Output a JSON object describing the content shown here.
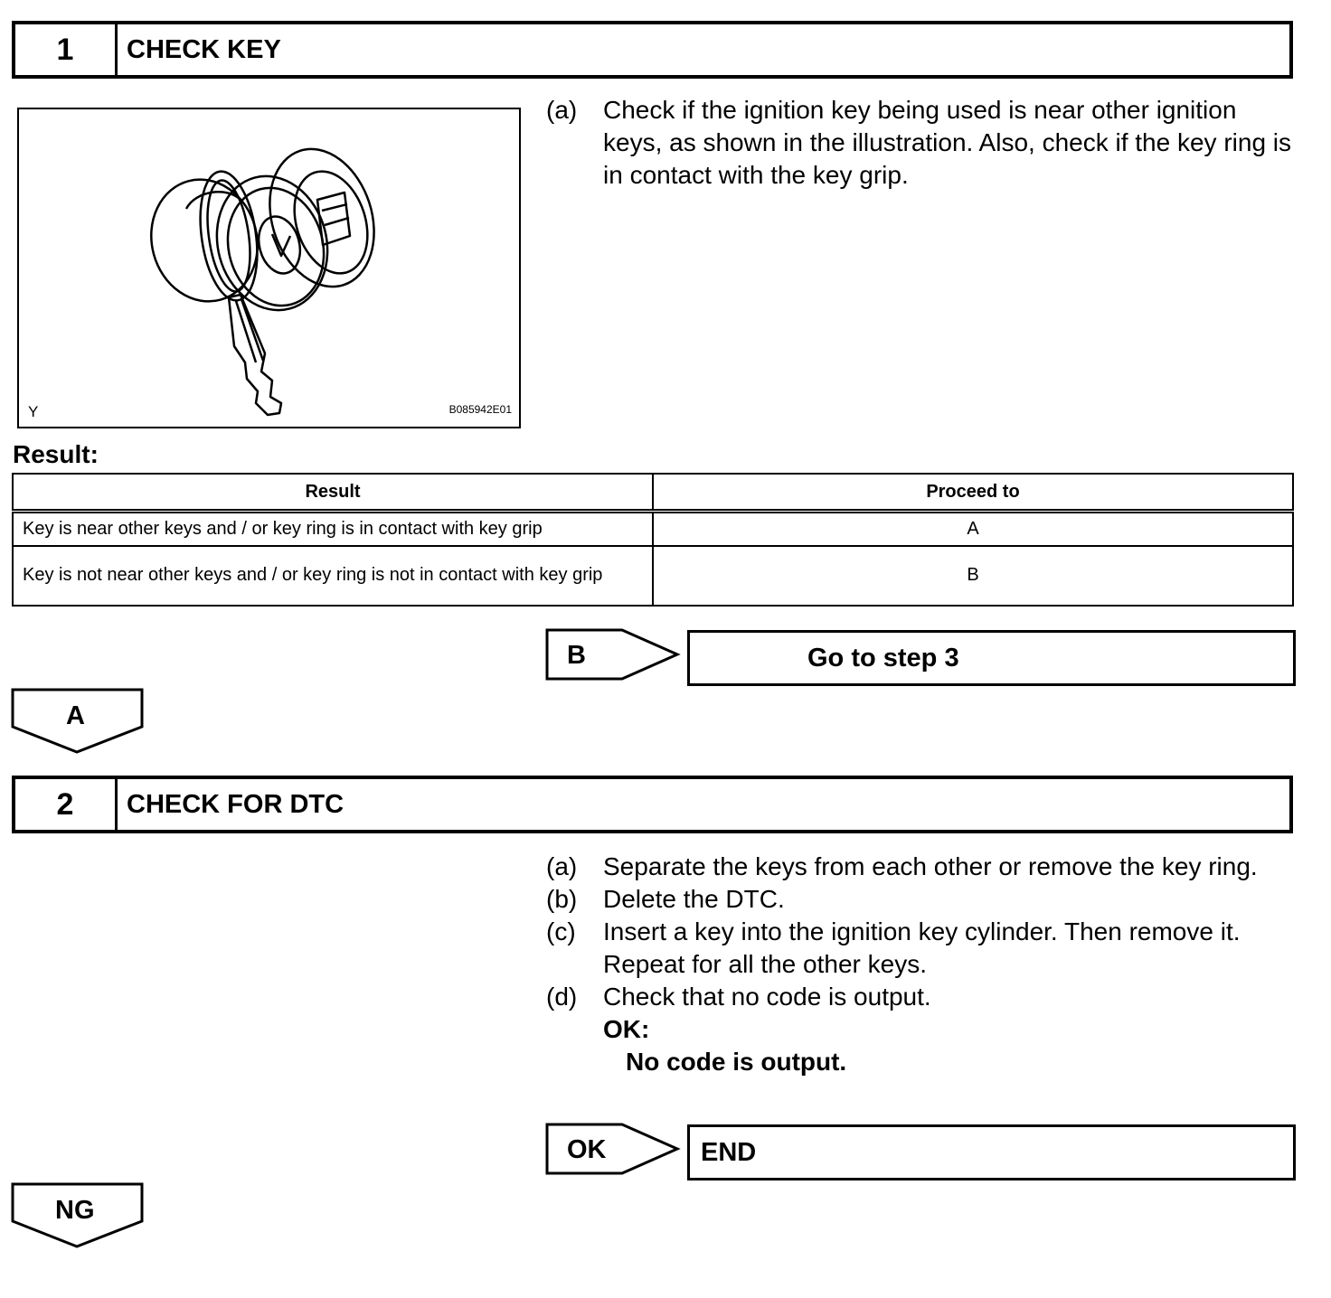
{
  "step1": {
    "number": "1",
    "title": "CHECK KEY",
    "instructions": [
      {
        "mark": "(a)",
        "text": "Check if the ignition key being used is near other ignition keys, as shown in the illustration. Also, check if the key ring is in contact with the key grip."
      }
    ],
    "illustration": {
      "corner_letter": "Y",
      "code": "B085942E01"
    }
  },
  "result": {
    "heading": "Result:",
    "columns": [
      "Result",
      "Proceed to"
    ],
    "rows": [
      {
        "result": "Key is near other keys and / or key ring is in contact with key grip",
        "proceed": "A"
      },
      {
        "result": "Key is not near other keys and / or key ring is not in contact with key grip",
        "proceed": "B"
      }
    ]
  },
  "branch_b": {
    "label": "B",
    "target": "Go to step 3"
  },
  "branch_a": {
    "label": "A"
  },
  "step2": {
    "number": "2",
    "title": "CHECK FOR DTC",
    "instructions": [
      {
        "mark": "(a)",
        "text": "Separate the keys from each other or remove the key ring."
      },
      {
        "mark": "(b)",
        "text": "Delete the DTC."
      },
      {
        "mark": "(c)",
        "text": "Insert a key into the ignition key cylinder. Then remove it. Repeat for all the other keys."
      },
      {
        "mark": "(d)",
        "text": "Check that no code is output."
      }
    ],
    "ok_label": "OK:",
    "ok_text": "No code is output."
  },
  "branch_ok": {
    "label": "OK",
    "target": "END"
  },
  "branch_ng": {
    "label": "NG"
  }
}
